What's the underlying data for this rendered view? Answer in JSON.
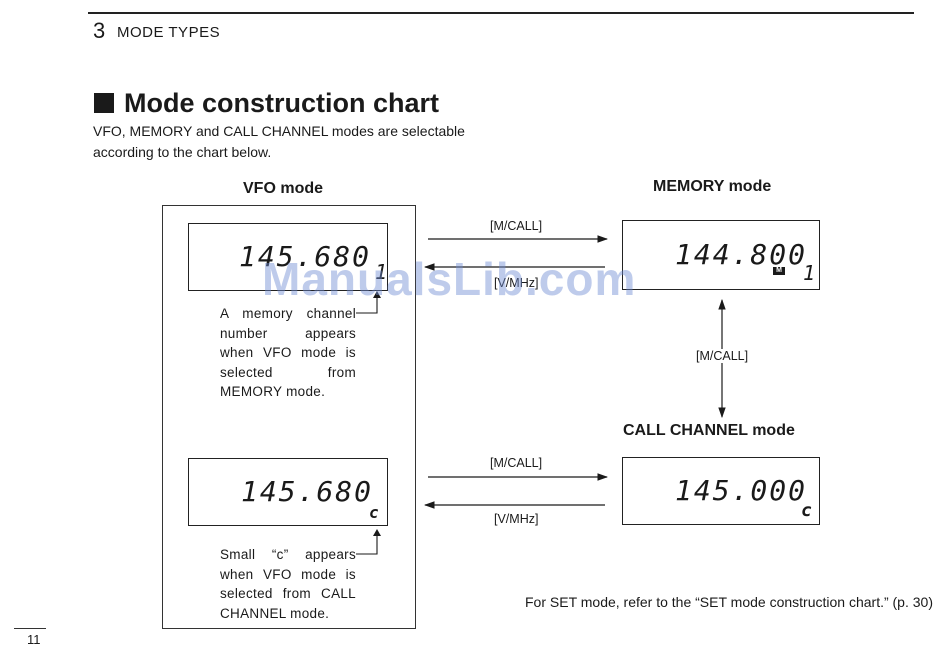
{
  "header": {
    "section_number": "3",
    "section_title": "MODE TYPES"
  },
  "heading": "Mode construction chart",
  "intro": "VFO, MEMORY and CALL CHANNEL modes are selectable according to the chart below.",
  "vfo": {
    "label": "VFO mode",
    "display1": {
      "freq": "145.680",
      "channel": "1"
    },
    "note1": "A memory channel number appears when VFO mode is selected from MEMORY mode.",
    "display2": {
      "freq": "145.680",
      "indicator": "c"
    },
    "note2": "Small “c” appears when VFO mode is selected from CALL CHANNEL mode."
  },
  "memory": {
    "label": "MEMORY mode",
    "freq": "144.800",
    "badge": "M",
    "channel": "1"
  },
  "call": {
    "label": "CALL CHANNEL mode",
    "freq": "145.000",
    "indicator": "c"
  },
  "keys": {
    "vfo_to_memory": "[M/CALL]",
    "memory_to_vfo": "[V/MHz]",
    "memory_call": "[M/CALL]",
    "vfo_to_call": "[M/CALL]",
    "call_to_vfo": "[V/MHz]"
  },
  "watermark": "ManualsLib.com",
  "footer_note": "For SET mode, refer to the “SET mode construction chart.” (p. 30)",
  "page_number": "11"
}
